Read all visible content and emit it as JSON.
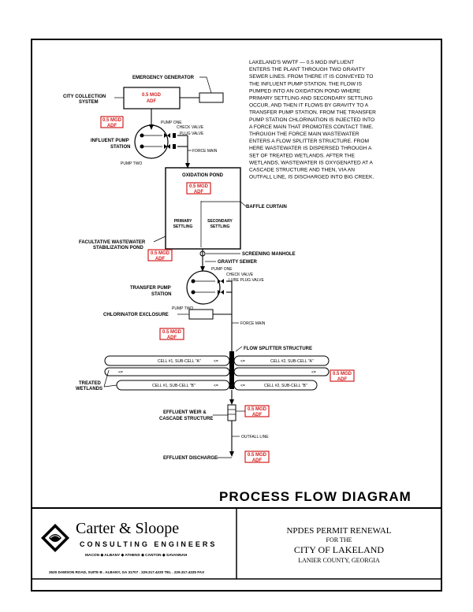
{
  "narrative": [
    "LAKELAND'S WWTF — 0.5 MGD INFLUENT",
    "ENTERS THE PLANT THROUGH TWO GRAVITY",
    "SEWER LINES. FROM THERE IT IS CONVEYED TO",
    "THE INFLUENT PUMP STATION. THE FLOW IS",
    "PUMPED INTO AN OXIDATION POND WHERE",
    "PRIMARY SETTLING AND SECONDARY SETTLING",
    "OCCUR, AND THEN IT FLOWS BY GRAVITY TO A",
    "TRANSFER PUMP STATION. FROM THE TRANSFER",
    "PUMP STATION CHLORINATION IS INJECTED INTO",
    "A FORCE MAIN THAT PROMOTES CONTACT TIME.",
    "THROUGH THE FORCE MAIN WASTEWATER",
    "ENTERS A FLOW SPLITTER STRUCTURE. FROM",
    "HERE WASTEWATER IS DISPERSED THROUGH A",
    "SET OF TREATED WETLANDS. AFTER THE",
    "WETLANDS, WASTEWATER IS OXYGENATED AT A",
    "CASCADE STRUCTURE AND THEN, VIA AN",
    "OUTFALL LINE, IS DISCHARGED INTO BIG CREEK."
  ],
  "flow_tag_line1": "0.5 MGD",
  "flow_tag_line2": "ADF",
  "labels": {
    "emergency_generator": "EMERGENCY GENERATOR",
    "city_collection_1": "CITY COLLECTION",
    "city_collection_2": "SYSTEM",
    "influent_pump_1": "INFLUENT PUMP",
    "influent_pump_2": "STATION",
    "pump_one": "PUMP ONE",
    "pump_two": "PUMP TWO",
    "check_valve": "CHECK VALVE",
    "plug_valve": "PLUG VALVE",
    "lube_plug_valve": "LUBE PLUG VALVE",
    "force_main": "FORCE MAIN",
    "oxidation_pond": "OXIDATION POND",
    "primary_settling_1": "PRIMARY",
    "primary_settling_2": "SETTLING",
    "secondary_settling_1": "SECONDARY",
    "secondary_settling_2": "SETTLING",
    "baffle_curtain": "BAFFLE CURTAIN",
    "facultative_1": "FACULTATIVE WASTEWATER",
    "facultative_2": "STABILIZATION POND",
    "screening_manhole": "SCREENING MANHOLE",
    "gravity_sewer": "GRAVITY SEWER",
    "transfer_pump_1": "TRANSFER PUMP",
    "transfer_pump_2": "STATION",
    "chlorinator": "CHLORINATOR EXCLOSURE",
    "flow_splitter": "FLOW SPLITTER STRUCTURE",
    "cell1a": "CELL #1, SUB-CELL \"A\"",
    "cell2a": "CELL #2, SUB-CELL \"A\"",
    "cell1b": "CELL #1, SUB-CELL \"B\"",
    "cell2b": "CELL #2, SUB-CELL \"B\"",
    "arrow_glyph": "<=",
    "treated_1": "TREATED",
    "treated_2": "WETLANDS",
    "effluent_weir_1": "EFFLUENT WEIR &",
    "effluent_weir_2": "CASCADE STRUCTURE",
    "outfall_line": "OUTFALL LINE",
    "effluent_discharge": "EFFLUENT DISCHARGE"
  },
  "title": "PROCESS FLOW DIAGRAM",
  "title_block": {
    "company_name": "Carter & Sloope",
    "company_sub": "CONSULTING ENGINEERS",
    "offices": "MACON ◆ ALBANY ◆ ATHENS ◆ CANTON ◆ SAVANNAH",
    "address": "2620 DAWSON ROAD, SUITE B . ALBANY, GA 31707 . 229.317.4220 TEL . 229.317.4225 FAX",
    "permit": "NPDES PERMIT RENEWAL",
    "for_the": "FOR THE",
    "city": "CITY OF LAKELAND",
    "county": "LANIER COUNTY, GEORGIA"
  },
  "colors": {
    "tag_red": "#d21f1f",
    "line": "#000000"
  }
}
